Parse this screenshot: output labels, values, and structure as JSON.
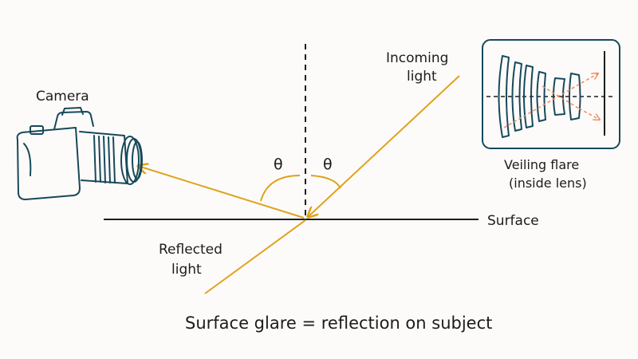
{
  "labels": {
    "camera": "Camera",
    "incoming_line1": "Incoming",
    "incoming_line2": "light",
    "reflected_line1": "Reflected",
    "reflected_line2": "light",
    "surface": "Surface",
    "theta_left": "θ",
    "theta_right": "θ",
    "veiling_line1": "Veiling flare",
    "veiling_line2": "(inside lens)",
    "caption": "Surface glare = reflection on subject"
  },
  "colors": {
    "background": "#fdfbfa",
    "ray": "#e0a21b",
    "ink": "#1c1c1c",
    "camera": "#17495a",
    "flare_arrow": "#ef8d62"
  },
  "icons": {
    "camera": "camera-icon",
    "lens_diagram": "lens-elements-icon"
  }
}
